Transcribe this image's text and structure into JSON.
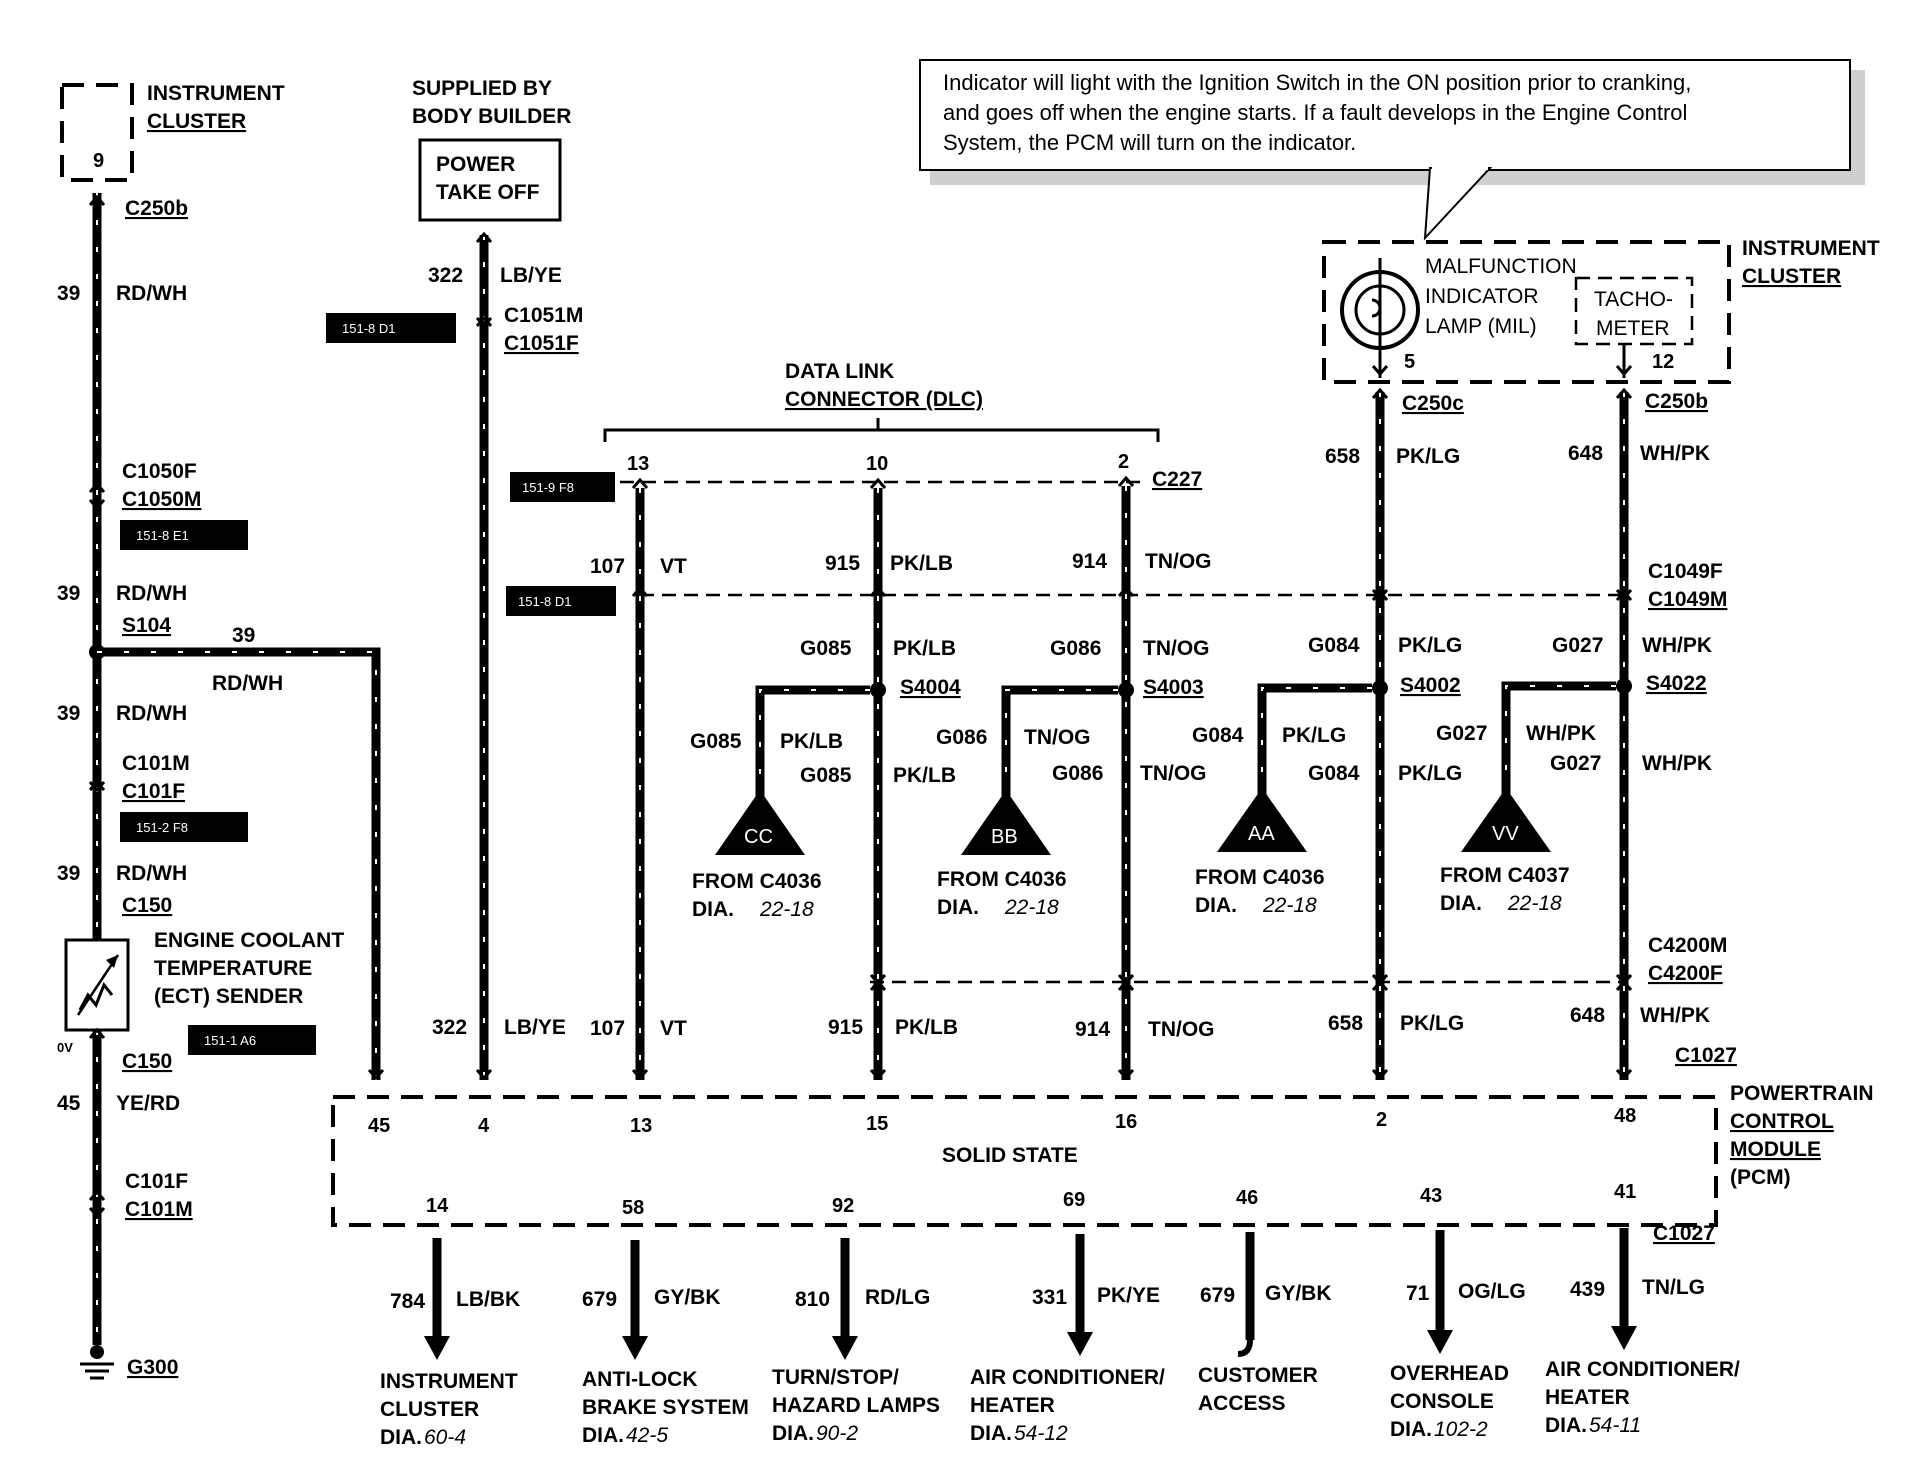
{
  "note": {
    "line1": "Indicator will light with the Ignition Switch in the ON position prior to cranking,",
    "line2": "and goes off when the engine starts.  If a fault develops in the Engine Control",
    "line3": "System, the PCM will turn on the indicator."
  },
  "left": {
    "ic_title1": "INSTRUMENT",
    "ic_title2": "CLUSTER",
    "ic_pin": "9",
    "c250b": "C250b",
    "w39a_num": "39",
    "w39a_col": "RD/WH",
    "c1050f": "C1050F",
    "c1050m": "C1050M",
    "tag_8e1": "151-8 E1",
    "w39b_num": "39",
    "w39b_col": "RD/WH",
    "s104": "S104",
    "branch_num": "39",
    "branch_col": "RD/WH",
    "w39c_num": "39",
    "w39c_col": "RD/WH",
    "c101m": "C101M",
    "c101f": "C101F",
    "tag_2f8": "151-2 F8",
    "w39d_num": "39",
    "w39d_col": "RD/WH",
    "c150a": "C150",
    "ect1": "ENGINE COOLANT",
    "ect2": "TEMPERATURE",
    "ect3": "(ECT) SENDER",
    "tag_1a6": "151-1 A6",
    "ov": "0V",
    "c150b": "C150",
    "w45_num": "45",
    "w45_col": "YE/RD",
    "c101f2": "C101F",
    "c101m2": "C101M",
    "g300": "G300"
  },
  "pto": {
    "sup1": "SUPPLIED BY",
    "sup2": "BODY BUILDER",
    "box1": "POWER",
    "box2": "TAKE OFF",
    "w322a_num": "322",
    "w322a_col": "LB/YE",
    "tag_8d1a": "151-8 D1",
    "c1051m": "C1051M",
    "c1051f": "C1051F",
    "w322b_num": "322",
    "w322b_col": "LB/YE"
  },
  "dlc": {
    "title1": "DATA LINK",
    "title2": "CONNECTOR (DLC)",
    "pin13": "13",
    "pin10": "10",
    "pin2": "2",
    "c227": "C227",
    "tag_9f8": "151-9 F8",
    "tag_8d1b": "151-8 D1",
    "w107a_num": "107",
    "w107a_col": "VT",
    "w915a_num": "915",
    "w915a_col": "PK/LB",
    "w914a_num": "914",
    "w914a_col": "TN/OG",
    "w107b_num": "107",
    "w107b_col": "VT",
    "w915b_num": "915",
    "w915b_col": "PK/LB",
    "w914b_num": "914",
    "w914b_col": "TN/OG"
  },
  "mil": {
    "l1": "MALFUNCTION",
    "l2": "INDICATOR",
    "l3": "LAMP (MIL)",
    "tacho1": "TACHO-",
    "tacho2": "METER",
    "ic1": "INSTRUMENT",
    "ic2": "CLUSTER",
    "pin5": "5",
    "pin12": "12",
    "c250c": "C250c",
    "c250b": "C250b",
    "w658a_num": "658",
    "w658a_col": "PK/LG",
    "w648a_num": "648",
    "w648a_col": "WH/PK",
    "c1049f": "C1049F",
    "c1049m": "C1049M",
    "w658b_num": "658",
    "w658b_col": "PK/LG",
    "w648b_num": "648",
    "w648b_col": "WH/PK"
  },
  "splices": {
    "cc": {
      "top_g": "G085",
      "top_col": "PK/LB",
      "s": "S4004",
      "left_g": "G085",
      "left_col": "PK/LB",
      "low_g": "G085",
      "low_col": "PK/LB",
      "tri": "CC",
      "from": "FROM C4036",
      "dia": "DIA.",
      "ref": "22-18"
    },
    "bb": {
      "top_g": "G086",
      "top_col": "TN/OG",
      "s": "S4003",
      "left_g": "G086",
      "left_col": "TN/OG",
      "low_g": "G086",
      "low_col": "TN/OG",
      "tri": "BB",
      "from": "FROM C4036",
      "dia": "DIA.",
      "ref": "22-18"
    },
    "aa": {
      "top_g": "G084",
      "top_col": "PK/LG",
      "s": "S4002",
      "left_g": "G084",
      "left_col": "PK/LG",
      "low_g": "G084",
      "low_col": "PK/LG",
      "tri": "AA",
      "from": "FROM C4036",
      "dia": "DIA.",
      "ref": "22-18"
    },
    "vv": {
      "top_g": "G027",
      "top_col": "WH/PK",
      "s": "S4022",
      "left_g": "G027",
      "left_col": "WH/PK",
      "low_g": "G027",
      "low_col": "WH/PK",
      "tri": "VV",
      "from": "FROM C4037",
      "dia": "DIA.",
      "ref": "22-18"
    }
  },
  "c4200": {
    "m": "C4200M",
    "f": "C4200F"
  },
  "pcm": {
    "c1027_top": "C1027",
    "title1": "POWERTRAIN",
    "title2": "CONTROL",
    "title3": "MODULE",
    "title4": "(PCM)",
    "solid": "SOLID STATE",
    "top_pins": [
      "45",
      "4",
      "13",
      "15",
      "16",
      "2",
      "48"
    ],
    "bottom_pins": [
      "14",
      "58",
      "92",
      "69",
      "46",
      "43",
      "41"
    ],
    "c1027_bot": "C1027"
  },
  "outputs": [
    {
      "num": "784",
      "col": "LB/BK",
      "d1": "INSTRUMENT",
      "d2": "CLUSTER",
      "dia": "DIA.",
      "ref": "60-4"
    },
    {
      "num": "679",
      "col": "GY/BK",
      "d1": "ANTI-LOCK",
      "d2": "BRAKE SYSTEM",
      "dia": "DIA.",
      "ref": "42-5"
    },
    {
      "num": "810",
      "col": "RD/LG",
      "d1": "TURN/STOP/",
      "d2": "HAZARD LAMPS",
      "dia": "DIA.",
      "ref": "90-2"
    },
    {
      "num": "331",
      "col": "PK/YE",
      "d1": "AIR CONDITIONER/",
      "d2": "HEATER",
      "dia": "DIA.",
      "ref": "54-12"
    },
    {
      "num": "679",
      "col": "GY/BK",
      "d1": "CUSTOMER",
      "d2": "ACCESS",
      "dia": "",
      "ref": ""
    },
    {
      "num": "71",
      "col": "OG/LG",
      "d1": "OVERHEAD",
      "d2": "CONSOLE",
      "dia": "DIA.",
      "ref": "102-2"
    },
    {
      "num": "439",
      "col": "TN/LG",
      "d1": "AIR CONDITIONER/",
      "d2": "HEATER",
      "dia": "DIA.",
      "ref": "54-11"
    }
  ]
}
